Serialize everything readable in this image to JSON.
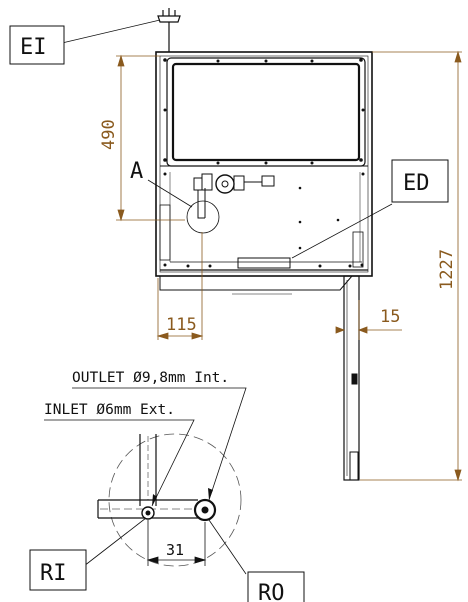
{
  "labels": {
    "ei": "EI",
    "ed": "ED",
    "a": "A",
    "ri": "RI",
    "ro": "RO",
    "outlet": "OUTLET Ø9,8mm Int.",
    "inlet": "INLET Ø6mm Ext."
  },
  "dimensions": {
    "d490": "490",
    "d1227": "1227",
    "d115": "115",
    "d15": "15",
    "d31": "31"
  },
  "colors": {
    "line": "#111111",
    "dimension": "#8a5a1e",
    "hidden": "#555555"
  }
}
